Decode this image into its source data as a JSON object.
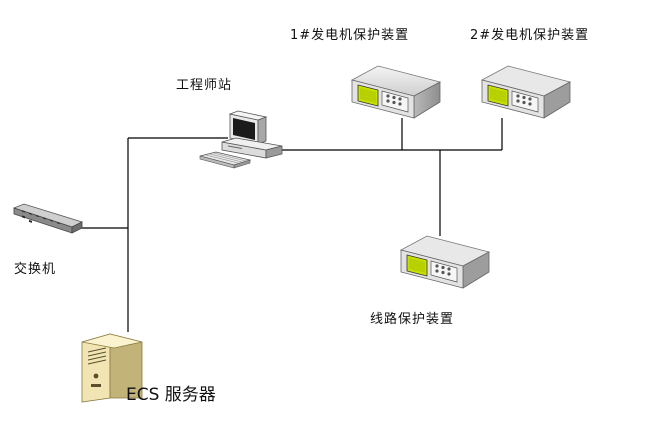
{
  "nodes": {
    "gen1": {
      "label": "1#发电机保护装置"
    },
    "gen2": {
      "label": "2#发电机保护装置"
    },
    "workstation": {
      "label": "工程师站"
    },
    "switch": {
      "label": "交换机"
    },
    "line": {
      "label": "线路保护装置"
    },
    "server": {
      "label": "ECS 服务器"
    }
  },
  "colors": {
    "wire": "#000000",
    "device_body": "#dcdcdc",
    "screen": "#c8e000"
  },
  "icons": {
    "gen1": "protection-device-icon",
    "gen2": "protection-device-icon",
    "line": "protection-device-icon",
    "workstation": "workstation-computer-icon",
    "switch": "network-switch-icon",
    "server": "server-tower-icon"
  }
}
